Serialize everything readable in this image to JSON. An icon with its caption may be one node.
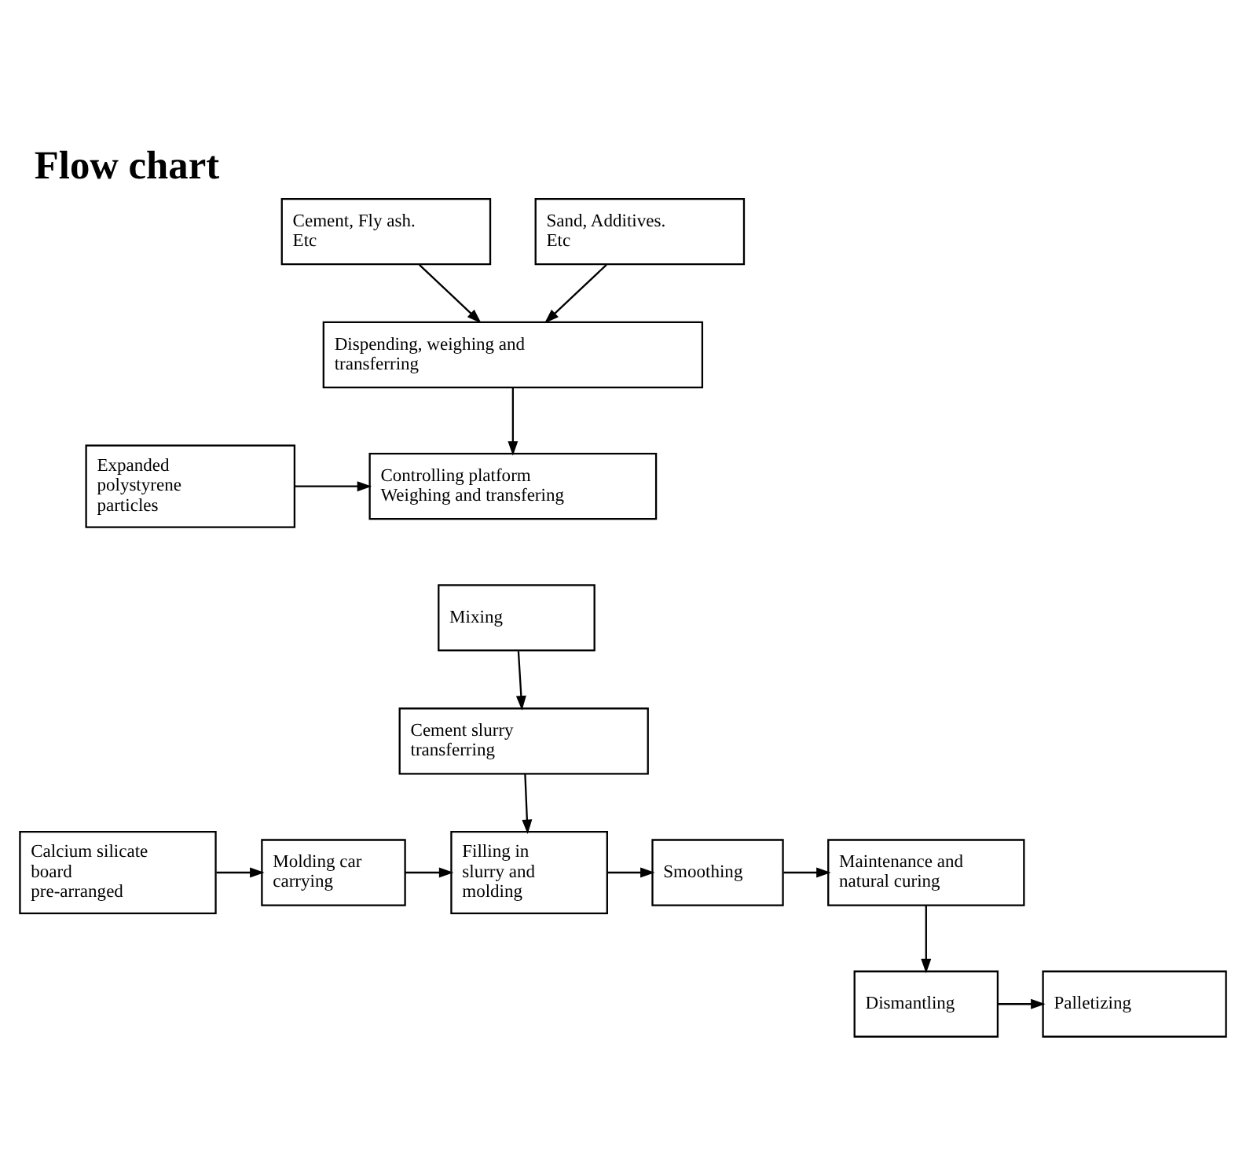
{
  "diagram": {
    "title": "Flow chart",
    "nodes": [
      {
        "text": [
          "Cement, Fly ash. Etc"
        ]
      },
      {
        "text": [
          "Sand, Additives. Etc"
        ]
      },
      {
        "text": [
          "Dispending, weighing and transferring"
        ]
      },
      {
        "text": [
          "Expanded polystyrene particles"
        ]
      },
      {
        "text": [
          "Controlling platform Weighing and transfering"
        ]
      },
      {
        "text": [
          "Mixing"
        ]
      },
      {
        "text": [
          "Cement slurry transferring"
        ]
      },
      {
        "text": [
          "Calcium silicate board pre-arranged"
        ]
      },
      {
        "text": [
          "Molding car carrying"
        ]
      },
      {
        "text": [
          "Filling in slurry and molding"
        ]
      },
      {
        "text": [
          "Smoothing"
        ]
      },
      {
        "text": [
          "Maintenance and natural curing"
        ]
      },
      {
        "text": [
          "Dismantling"
        ]
      },
      {
        "text": [
          "Palletizing"
        ]
      }
    ],
    "edges": [
      {
        "from": 0,
        "to": 2,
        "arrow": "to"
      },
      {
        "from": 1,
        "to": 2,
        "arrow": "to"
      },
      {
        "from": 2,
        "to": 4,
        "arrow": "to"
      },
      {
        "from": 3,
        "to": 4,
        "arrow": "to"
      },
      {
        "from": 5,
        "to": 6,
        "arrow": "to"
      },
      {
        "from": 6,
        "to": 9,
        "arrow": "to"
      },
      {
        "from": 7,
        "to": 8,
        "arrow": "to"
      },
      {
        "from": 8,
        "to": 9,
        "arrow": "to"
      },
      {
        "from": 9,
        "to": 10,
        "arrow": "to"
      },
      {
        "from": 10,
        "to": 11,
        "arrow": "to"
      },
      {
        "from": 11,
        "to": 12,
        "arrow": "to"
      },
      {
        "from": 12,
        "to": 13,
        "arrow": "to"
      }
    ]
  }
}
